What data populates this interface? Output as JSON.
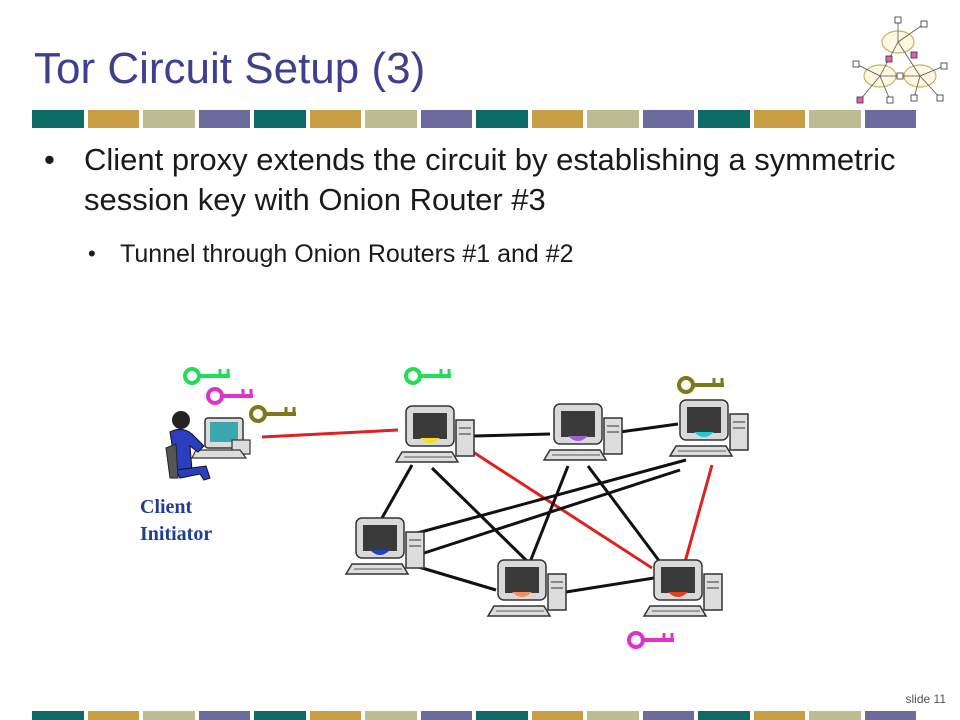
{
  "slide": {
    "title": "Tor Circuit Setup (3)",
    "bullet1": "Client proxy extends the circuit by establishing a symmetric session key with Onion Router #3",
    "bullet2": "Tunnel through Onion Routers #1 and #2",
    "slide_number": "slide 11"
  },
  "diagram": {
    "client_label_line1": "Client",
    "client_label_line2": "Initiator"
  },
  "colors": {
    "title": "#3f3f8f",
    "key_green": "#22dd55",
    "key_magenta": "#dd33cc",
    "key_olive": "#7a7a1a",
    "red_link": "#dd2222",
    "black_link": "#111111"
  }
}
